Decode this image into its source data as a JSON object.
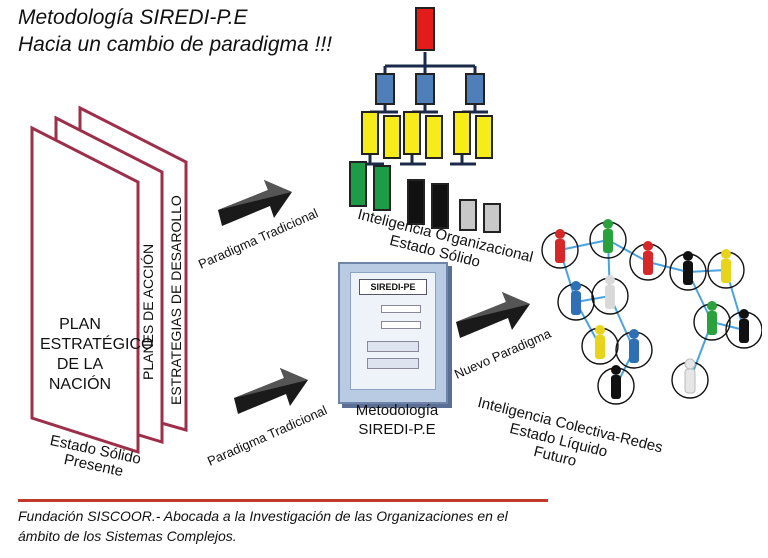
{
  "header": {
    "title_line1": "Metodología SIREDI-P.E",
    "title_line2": "Hacia un cambio de paradigma !!!"
  },
  "books": {
    "front_text": "PLAN ESTRATÉGICO DE LA NACIÓN",
    "spine_middle": "PLANES DE ACCIÓN",
    "spine_back": "ESTRATEGIAS DE DESAROLLO",
    "bottom_label_line1": "Estado Sólido",
    "bottom_label_line2": "Presente"
  },
  "arrows": {
    "top_label": "Paradigma Tradicional",
    "bottom_label": "Paradigma Tradicional",
    "new_label": "Nuevo Paradigma"
  },
  "org_chart": {
    "label_line1": "Inteligencia Organizacional",
    "label_line2": "Estado Sólido"
  },
  "software": {
    "window_title": "SIREDI-PE",
    "label_line1": "Metodología",
    "label_line2": "SIREDI-P.E"
  },
  "network": {
    "label_line1": "Inteligencia Colectiva-Redes",
    "label_line2": "Estado Líquido",
    "label_line3": "Futuro"
  },
  "footer": {
    "line1": "Fundación SISCOOR.- Abocada a la Investigación de las Organizaciones en el",
    "line2": "ámbito de los Sistemas Complejos."
  },
  "colors": {
    "root": "#e21b1b",
    "level1": "#4f7fb8",
    "level2": "#f5ec1a",
    "green": "#1e9b46",
    "black": "#111111",
    "gray": "#c8c8c8",
    "accent_line": "#c0392b"
  }
}
